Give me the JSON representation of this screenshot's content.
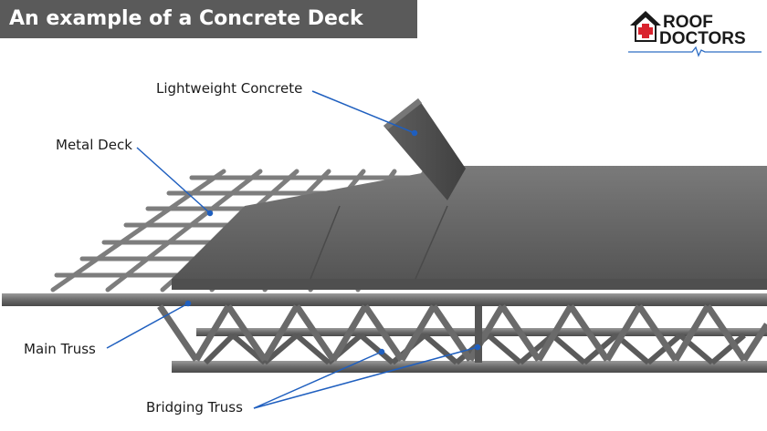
{
  "title": "An example of a Concrete Deck",
  "logo": {
    "line1": "ROOF",
    "line2": "DOCTORS"
  },
  "labels": {
    "lightweight_concrete": "Lightweight Concrete",
    "metal_deck": "Metal Deck",
    "main_truss": "Main Truss",
    "bridging_truss": "Bridging Truss"
  },
  "colors": {
    "title_bg": "#5a5a5a",
    "leader_line": "#1f5fbf",
    "logo_red": "#d9232e",
    "logo_dark": "#1a1a1a",
    "logo_blue": "#2f6ec4",
    "concrete": "#5e5e5e",
    "steel": "#6f6f6f"
  }
}
